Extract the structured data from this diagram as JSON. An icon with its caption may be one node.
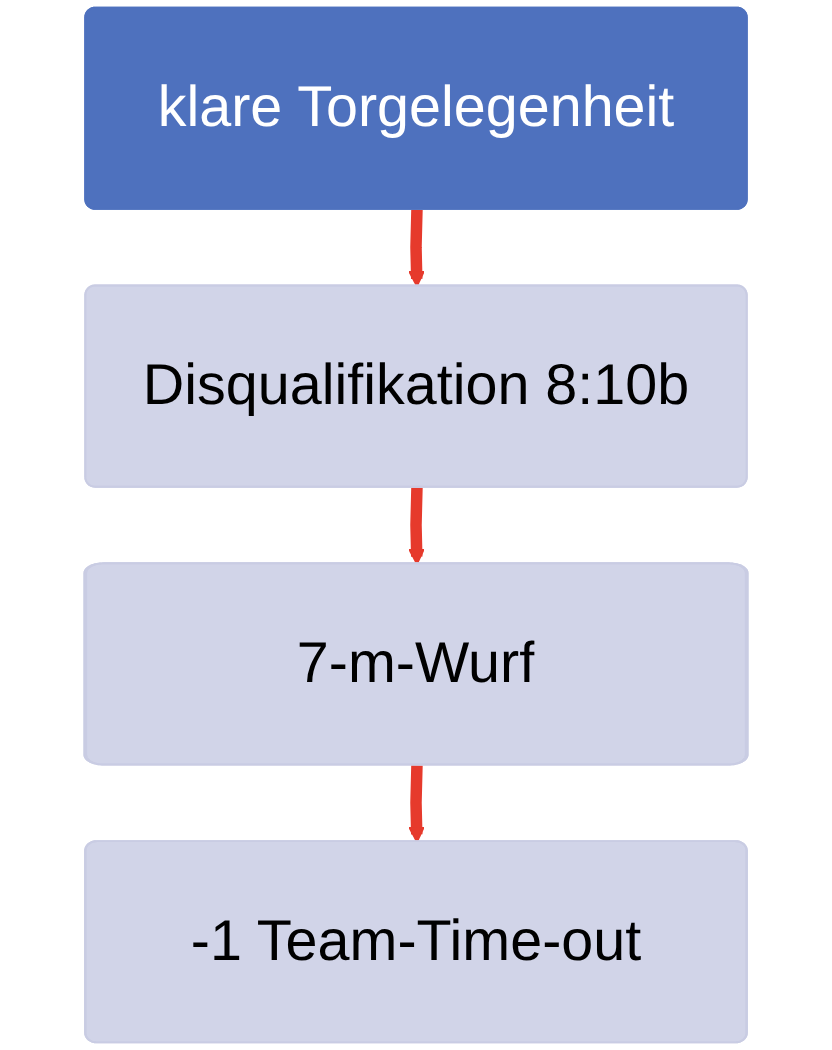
{
  "diagram": {
    "nodes": [
      {
        "text": [
          "klare Torgelegenheit"
        ]
      },
      {
        "text": [
          "Disqualifikation 8:10b"
        ]
      },
      {
        "text": [
          "7-m-Wurf"
        ]
      },
      {
        "text": [
          "-1 Team-Time-out"
        ]
      }
    ],
    "edges": [
      {
        "from": 0,
        "to": 1,
        "arrow": "to"
      },
      {
        "from": 1,
        "to": 2,
        "arrow": "to"
      },
      {
        "from": 2,
        "to": 3,
        "arrow": "to"
      }
    ]
  }
}
